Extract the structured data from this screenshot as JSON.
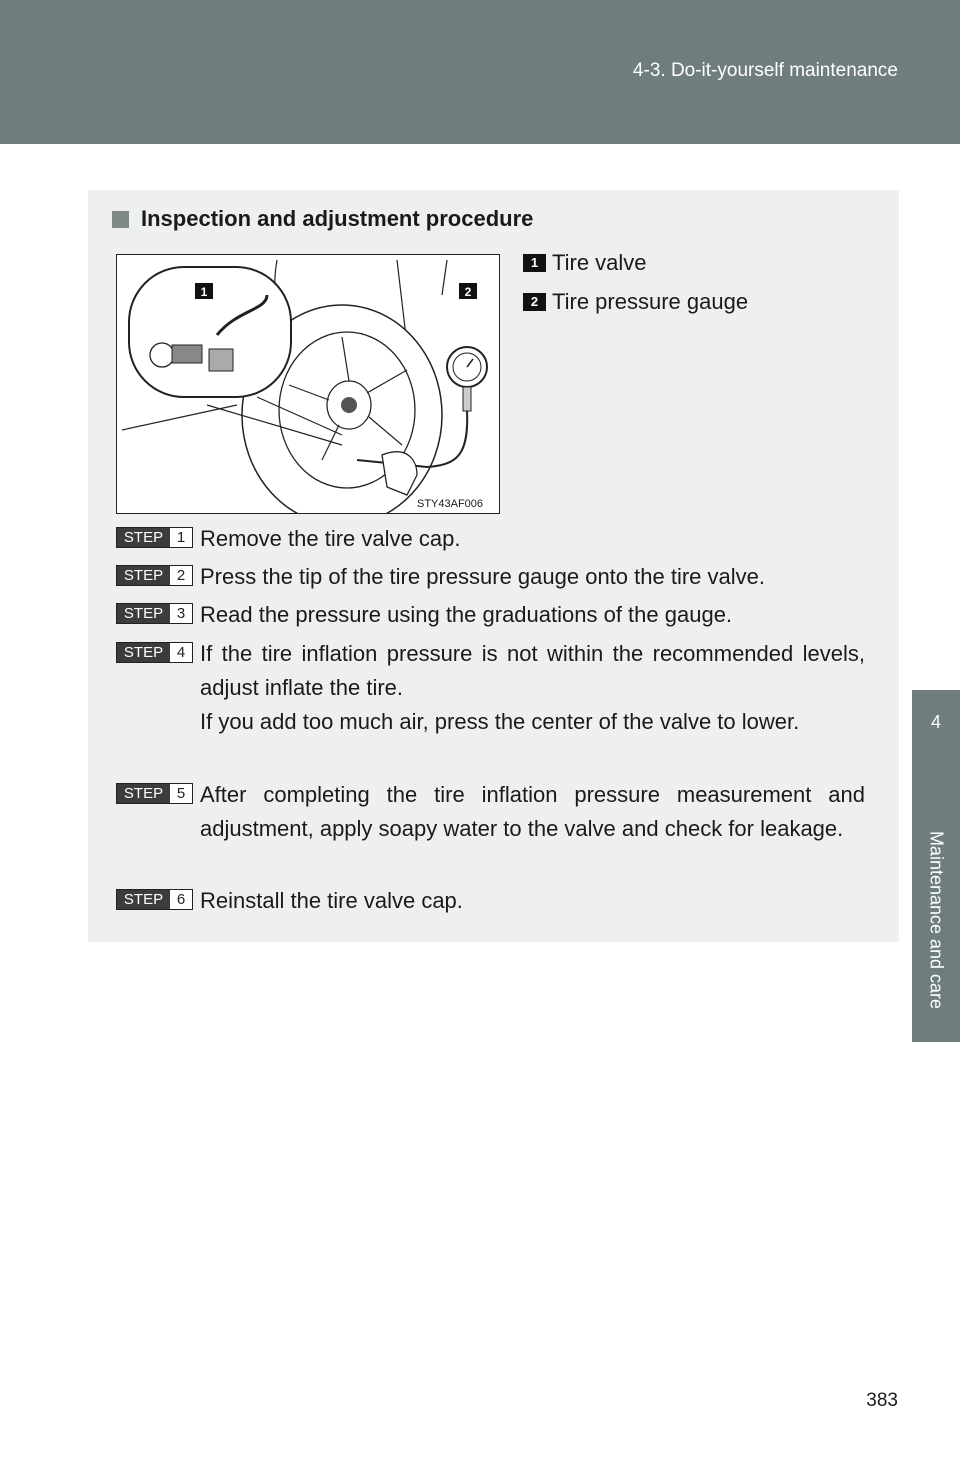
{
  "header": {
    "section": "4-3. Do-it-yourself maintenance"
  },
  "side_tab": {
    "number": "4",
    "label": "Maintenance and care"
  },
  "section_title": "Inspection and adjustment procedure",
  "figure": {
    "code": "STY43AF006",
    "callouts": [
      "1",
      "2"
    ]
  },
  "legend": [
    {
      "num": "1",
      "label": "Tire valve"
    },
    {
      "num": "2",
      "label": "Tire pressure gauge"
    }
  ],
  "step_label": "STEP",
  "steps": [
    {
      "num": "1",
      "lines": [
        "Remove the tire valve cap."
      ]
    },
    {
      "num": "2",
      "lines": [
        "Press the tip of the tire pressure gauge onto the tire valve."
      ]
    },
    {
      "num": "3",
      "lines": [
        "Read the pressure using the graduations of the gauge."
      ]
    },
    {
      "num": "4",
      "lines": [
        "If the tire inflation pressure is not within the recommended levels, adjust inflate the tire.",
        "If you add too much air, press the center of the valve to lower."
      ]
    },
    {
      "num": "5",
      "lines": [
        "After completing the tire inflation pressure measurement and adjustment, apply soapy water to the valve and check for leakage."
      ]
    },
    {
      "num": "6",
      "lines": [
        "Reinstall the tire valve cap."
      ]
    }
  ],
  "page_number": "383"
}
